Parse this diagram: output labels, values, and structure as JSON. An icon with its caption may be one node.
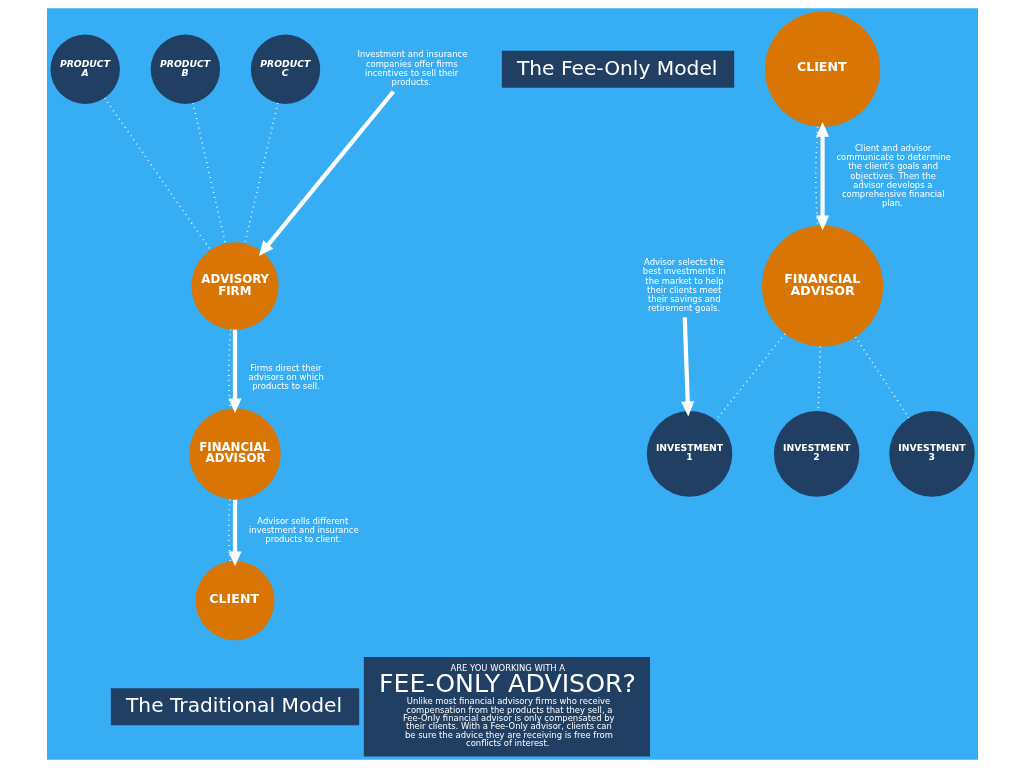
{
  "diagram": {
    "nodes": [
      {
        "text": [
          "PRODUCT A"
        ]
      },
      {
        "text": [
          "PRODUCT B"
        ]
      },
      {
        "text": [
          "PRODUCT C"
        ]
      },
      {
        "text": [
          "Investment and insurance companies offer firms incentives to sell their products."
        ]
      },
      {
        "text": [
          "ADVISORY FIRM"
        ]
      },
      {
        "text": [
          "FINANCIAL ADVISOR"
        ]
      },
      {
        "text": [
          "CLIENT"
        ]
      },
      {
        "text": [
          "The Traditional Model"
        ]
      },
      {
        "text": [
          "The Fee-Only Model"
        ]
      },
      {
        "text": [
          "CLIENT"
        ]
      },
      {
        "text": [
          "Advisor selects the best investments in the market to help their clients meet their savings and retirement goals."
        ]
      },
      {
        "text": [
          "FINANCIAL ADVISOR"
        ]
      },
      {
        "text": [
          "INVESTMENT 1"
        ]
      },
      {
        "text": [
          "INVESTMENT 2"
        ]
      },
      {
        "text": [
          "INVESTMENT 3"
        ]
      },
      {
        "text": [
          "ARE YOU WORKING WITH A",
          "FEE-ONLY ADVISOR?",
          "Unlike most financial advisory firms who receive compensation from the products that they sell, a Fee-Only financial advisor is only compensated by their clients. With a Fee-Only advisor, clients can be sure the advice they are receiving is free from conflicts of interest."
        ]
      }
    ],
    "edges": [
      {
        "from": 0,
        "to": 4,
        "arrow": "none",
        "style": "dashed"
      },
      {
        "from": 1,
        "to": 4,
        "arrow": "none",
        "style": "dashed"
      },
      {
        "from": 2,
        "to": 4,
        "arrow": "none",
        "style": "dashed"
      },
      {
        "from": 3,
        "to": 4,
        "arrow": "to",
        "style": "thick"
      },
      {
        "from": 4,
        "to": 5,
        "arrow": "none",
        "style": "dashed"
      },
      {
        "from": 4,
        "to": 5,
        "arrow": "to",
        "style": "thick",
        "label": "Firms direct their advisors on which products to sell."
      },
      {
        "from": 5,
        "to": 6,
        "arrow": "none",
        "style": "dashed"
      },
      {
        "from": 5,
        "to": 6,
        "arrow": "to",
        "style": "thick",
        "label": "Advisor sells different investment and insurance products to client."
      },
      {
        "from": 9,
        "to": 11,
        "arrow": "none",
        "style": "dashed"
      },
      {
        "from": 9,
        "to": 11,
        "arrow": "both",
        "style": "thick",
        "label": "Client and advisor communicate to determine the client's goals and objectives. Then the advisor develops a comprehensive financial plan."
      },
      {
        "from": 11,
        "to": 12,
        "arrow": "none",
        "style": "dashed"
      },
      {
        "from": 11,
        "to": 13,
        "arrow": "none",
        "style": "dashed"
      },
      {
        "from": 11,
        "to": 14,
        "arrow": "none",
        "style": "dashed"
      },
      {
        "from": 10,
        "to": 12,
        "arrow": "to",
        "style": "thick"
      }
    ]
  }
}
